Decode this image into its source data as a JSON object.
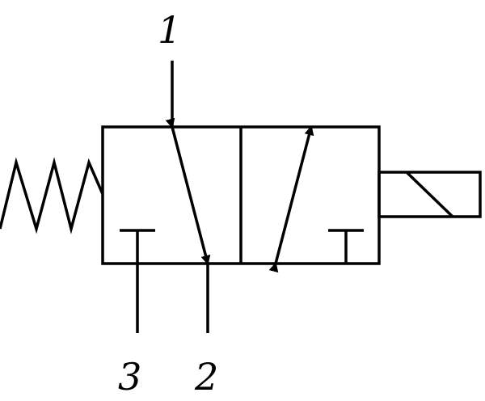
{
  "diagram": {
    "type": "3/2-way directional control valve symbol",
    "line_color": "#000000",
    "background": "#ffffff",
    "actuators": {
      "left": "spring",
      "right": "solenoid"
    },
    "ports": {
      "top": "1",
      "bottom_left": "3",
      "bottom_right": "2"
    }
  }
}
